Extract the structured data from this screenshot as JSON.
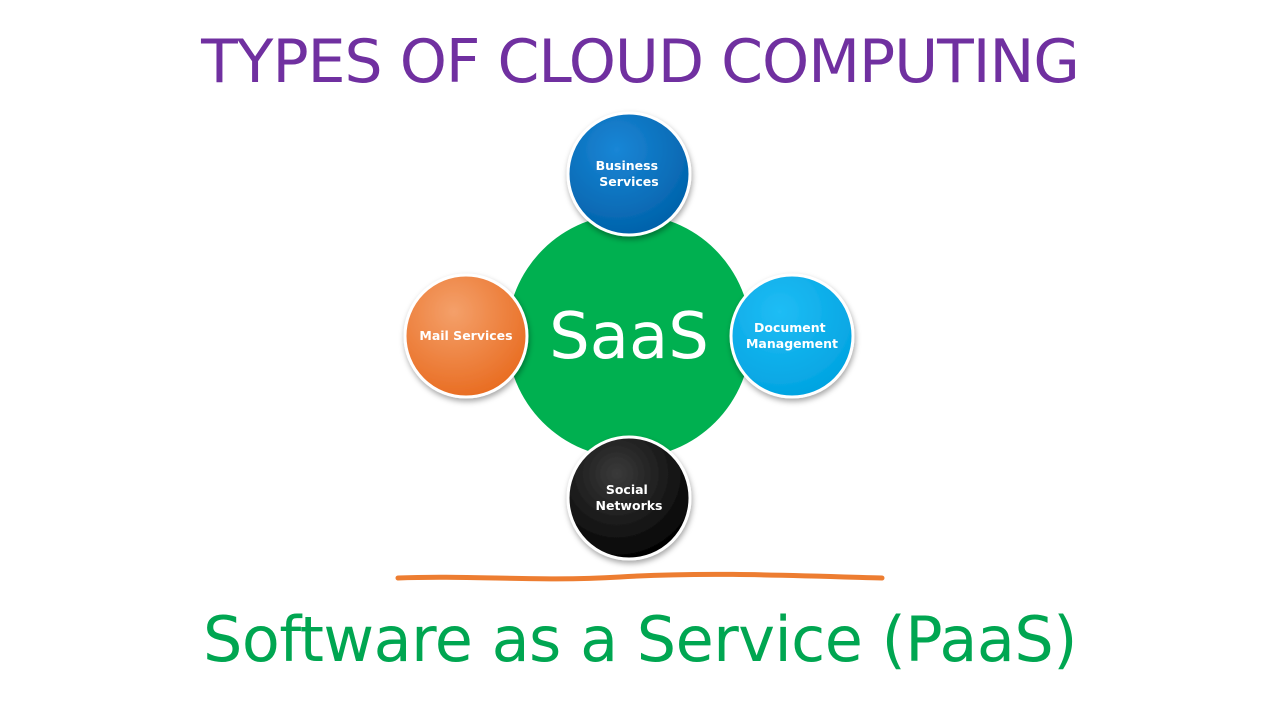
{
  "title": "TYPES OF CLOUD COMPUTING",
  "diagram": {
    "center": {
      "label": "SaaS",
      "color": "#00b050"
    },
    "nodes": [
      {
        "id": "business",
        "lines": [
          "Business",
          "Services"
        ],
        "color": "#0070c0"
      },
      {
        "id": "mail",
        "lines": [
          "Mail Services"
        ],
        "color": "#ed7d31"
      },
      {
        "id": "document",
        "lines": [
          "Document",
          "Management"
        ],
        "color": "#00b0f0"
      },
      {
        "id": "social",
        "lines": [
          "Social",
          "Networks"
        ],
        "color": "#0d0d0d"
      }
    ],
    "divider_color": "#ed7d31"
  },
  "subtitle": "Software as a Service (PaaS)",
  "colors": {
    "title": "#7030a0",
    "subtitle": "#00a651",
    "label_text": "#ffffff"
  }
}
